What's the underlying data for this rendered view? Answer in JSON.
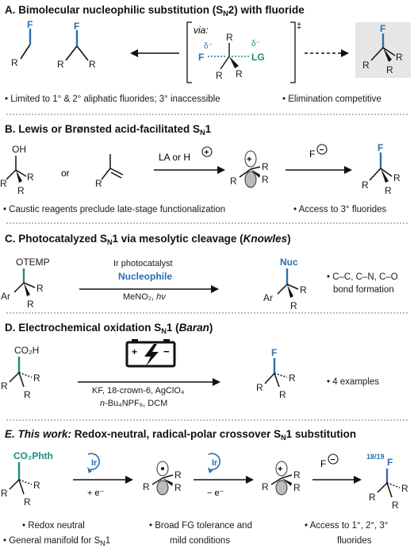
{
  "A": {
    "header_main": "A. Bimolecular nucleophilic substitution (S",
    "header_sub": "N",
    "header_tail": "2) with fluoride",
    "via": "via:",
    "dagger": "‡",
    "delta_minus": "δ⁻",
    "F": "F",
    "LG": "LG",
    "R": "R",
    "bullet_left": "• Limited to 1° & 2° aliphatic fluorides; 3° inaccessible",
    "bullet_right": "• Elimination competitive"
  },
  "B": {
    "header_main": "B. Lewis or Brønsted acid-facilitated S",
    "header_sub": "N",
    "header_tail": "1",
    "OH": "OH",
    "or": "or",
    "reagent": "LA or H",
    "plus": "+",
    "F_minus": "F",
    "minus": "−",
    "bullet_left": "• Caustic reagents preclude late-stage functionalization",
    "bullet_right": "• Access to 3° fluorides"
  },
  "C": {
    "header_main": "C. Photocatalyzed S",
    "header_sub": "N",
    "header_tail": "1 via mesolytic cleavage (",
    "header_italic": "Knowles",
    "header_close": ")",
    "OTEMP": "OTEMP",
    "Ar": "Ar",
    "catalyst": "Ir photocatalyst",
    "nucleophile": "Nucleophile",
    "solvent": "MeNO₂, ",
    "hv": "hν",
    "Nuc": "Nuc",
    "bullet_1": "• C–C, C–N, C–O",
    "bullet_2": "bond formation"
  },
  "D": {
    "header_main": "D. Electrochemical oxidation S",
    "header_sub": "N",
    "header_tail": "1 (",
    "header_italic": "Baran",
    "header_close": ")",
    "CO2H": "CO₂H",
    "reagents_1": "KF, 18-crown-6, AgClO₄",
    "reagents_2_italic": "n",
    "reagents_2": "-Bu₄NPF₆, DCM",
    "bullet": "• 4 examples"
  },
  "E": {
    "header_italic": "E. This work:",
    "header_main": " Redox-neutral, radical-polar crossover S",
    "header_sub": "N",
    "header_tail": "1 substitution",
    "CO2Phth": "CO₂Phth",
    "Ir": "Ir",
    "plus_e": "+ e⁻",
    "minus_e": "− e⁻",
    "F_label": "18/19",
    "bullet_1": "• Redox neutral",
    "bullet_2a": "• General manifold for S",
    "bullet_2b": "1",
    "bullet_3a": "• Broad FG tolerance and",
    "bullet_3b": "mild conditions",
    "bullet_4a": "• Access to 1°, 2°, 3°",
    "bullet_4b": "fluorides"
  },
  "colors": {
    "blue": "#2a6fb0",
    "teal": "#1f8a7c",
    "gray_box": "#e6e6e6",
    "separator": "#bdbdbd"
  }
}
